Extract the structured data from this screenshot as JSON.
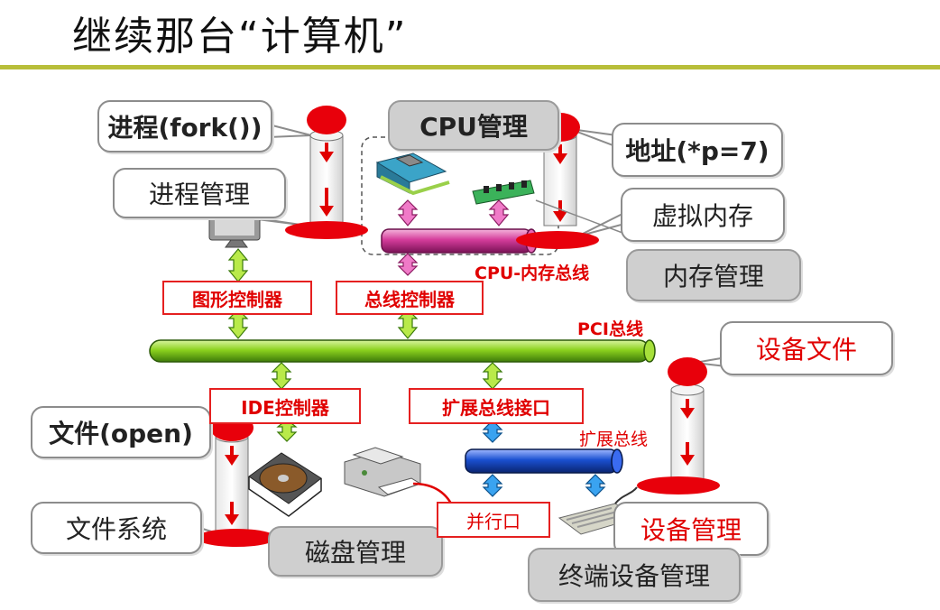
{
  "title": "继续那台“计算机”",
  "colors": {
    "rule": "#b8be3a",
    "accent_red": "#e00000",
    "bus_green": "#8cd21e",
    "bus_pink": "#d43c9b",
    "bus_blue": "#1a4fd0"
  },
  "callouts": {
    "process_fork": "进程(fork())",
    "process_mgmt": "进程管理",
    "cpu_mgmt": "CPU管理",
    "address": "地址(*p=7)",
    "virtual_mem": "虚拟内存",
    "mem_mgmt": "内存管理",
    "device_file": "设备文件",
    "file_open": "文件(open)",
    "file_system": "文件系统",
    "disk_mgmt": "磁盘管理",
    "device_mgmt": "设备管理",
    "terminal_mgmt": "终端设备管理"
  },
  "controllers": {
    "graphics": "图形控制器",
    "bus": "总线控制器",
    "ide": "IDE控制器",
    "ext_bus_if": "扩展总线接口",
    "parallel": "并行口"
  },
  "bus_labels": {
    "cpu_mem": "CPU-内存总线",
    "pci": "PCI总线",
    "ext": "扩展总线"
  },
  "icons": [
    "monitor-icon",
    "cpu-chip-icon",
    "memory-module-icon",
    "hard-disk-icon",
    "printer-icon",
    "keyboard-icon"
  ]
}
